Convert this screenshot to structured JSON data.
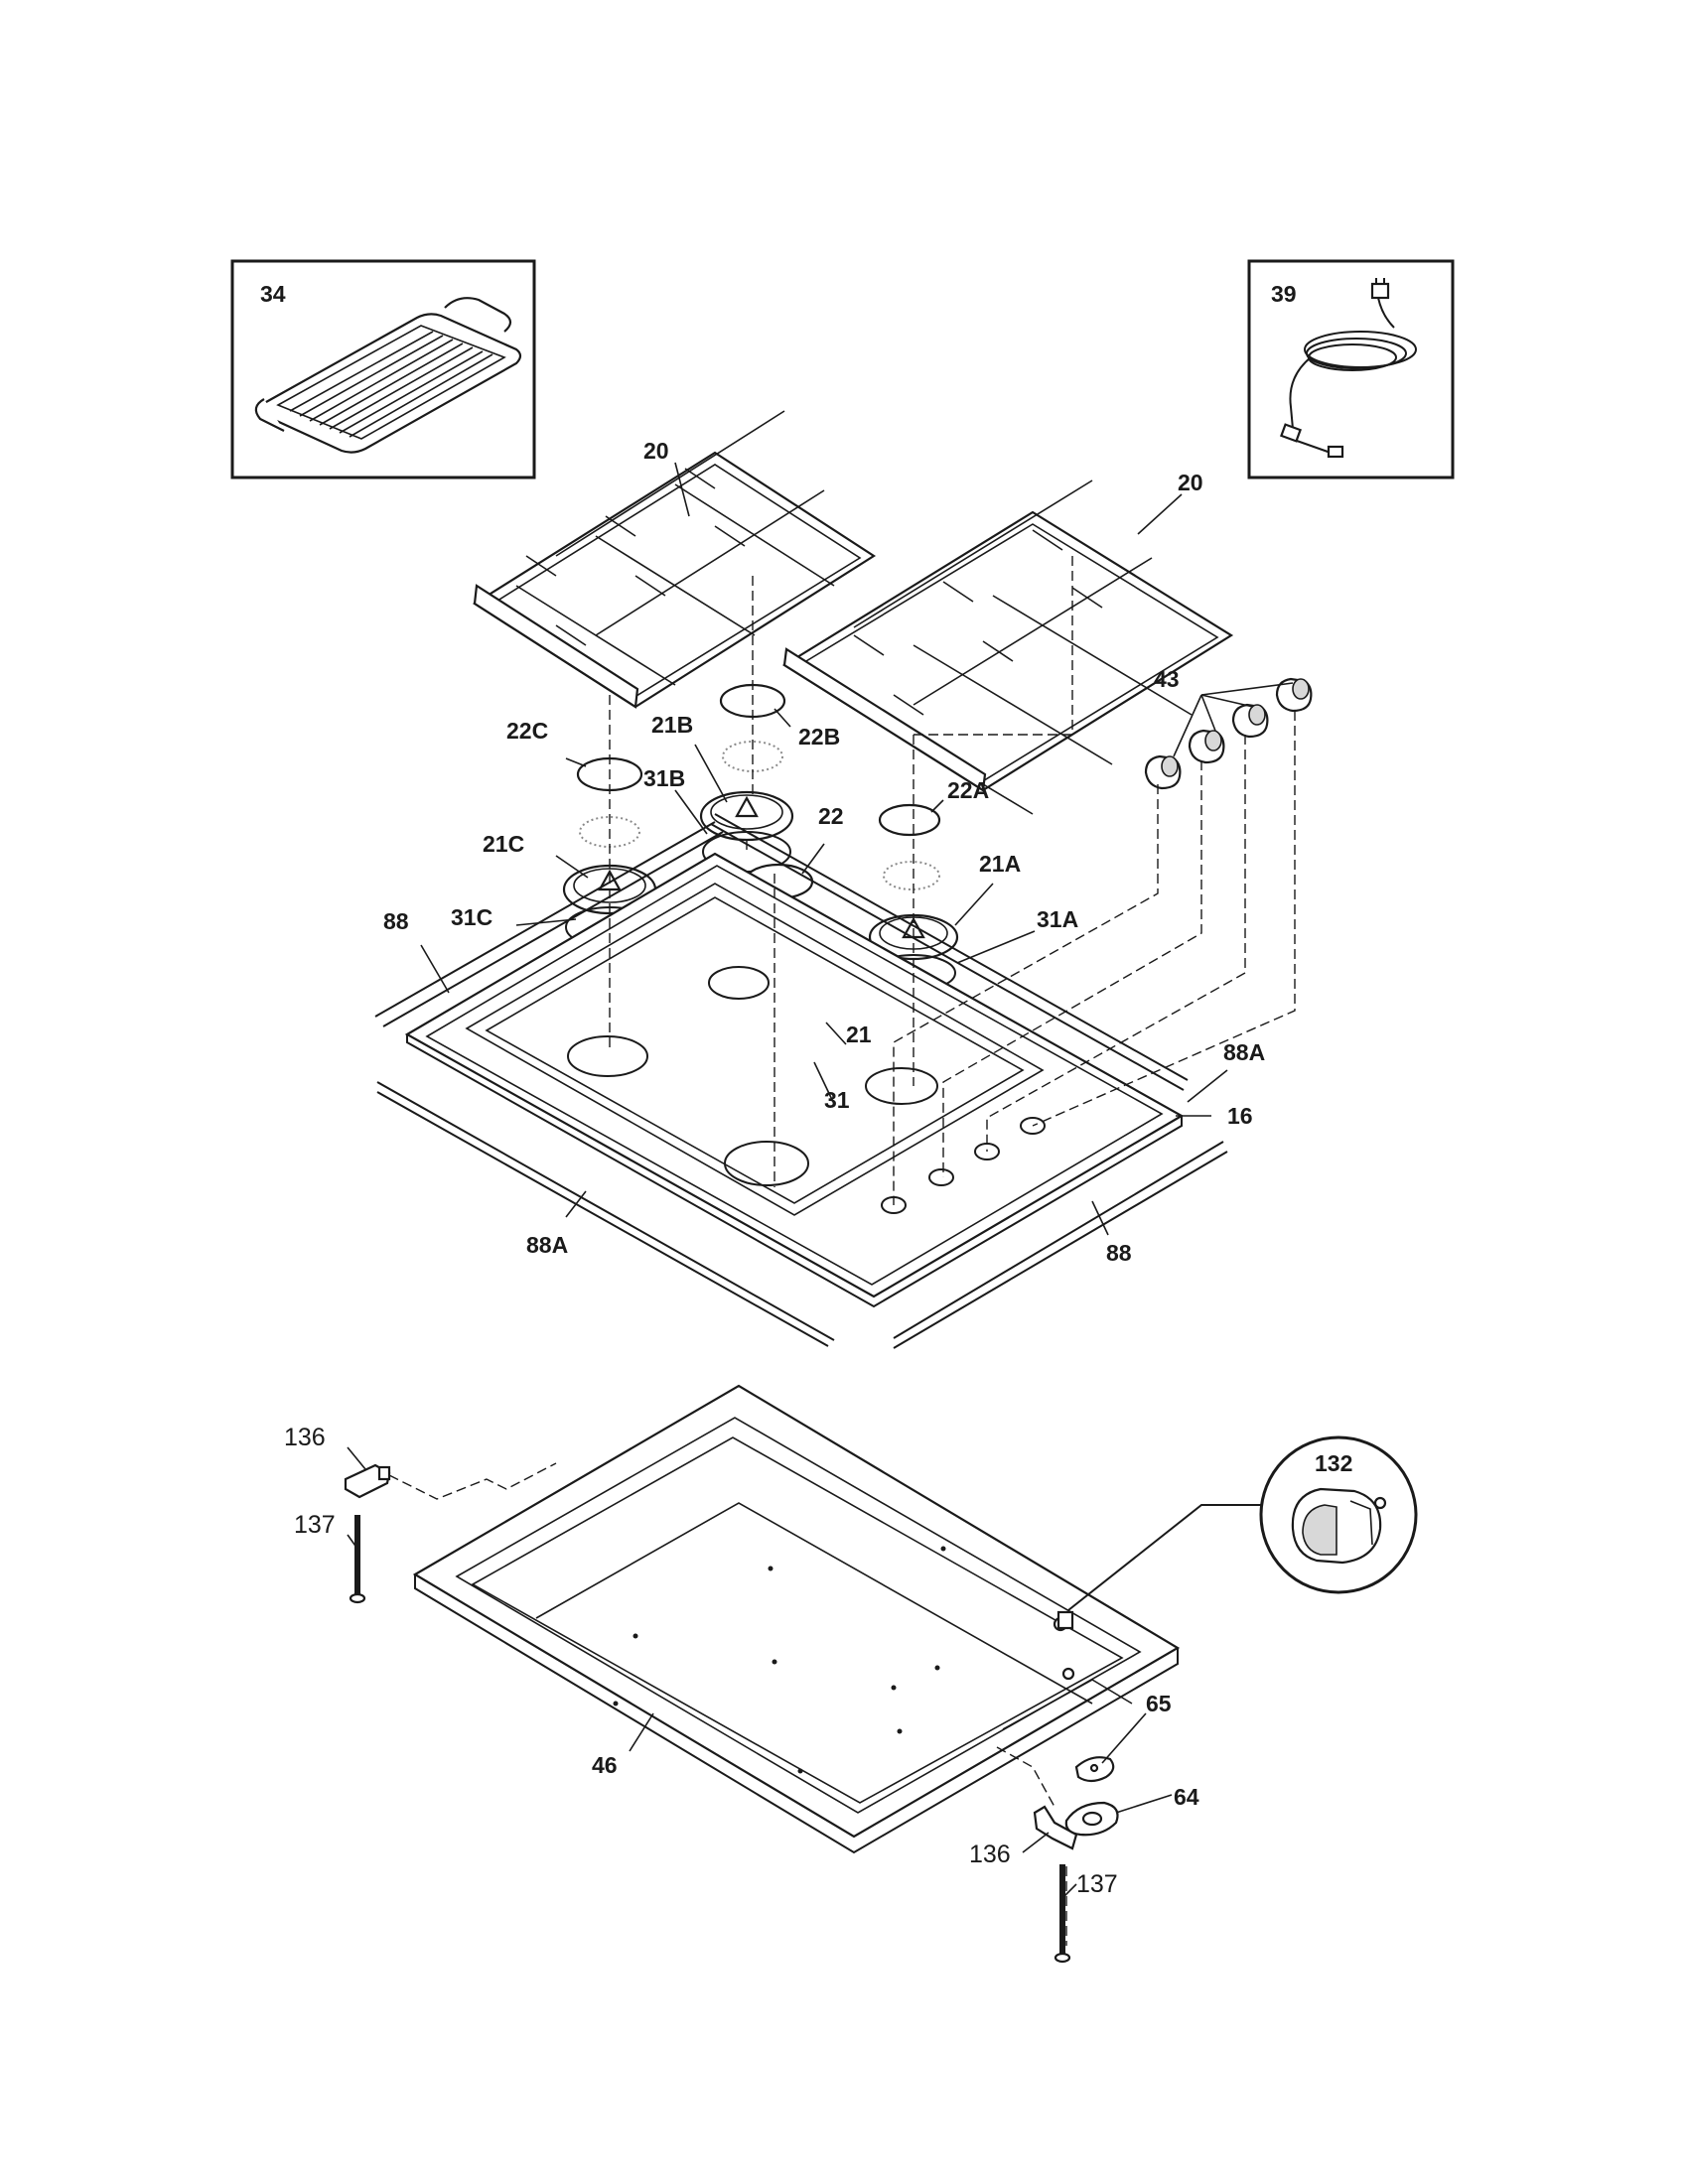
{
  "inset_griddle": {
    "label": "34",
    "icon": "griddle-icon"
  },
  "inset_power_cord": {
    "label": "39",
    "icon": "power-cord-icon"
  },
  "inset_regulator": {
    "label": "132",
    "icon": "gas-regulator-icon"
  },
  "callouts": {
    "grate_left": "20",
    "grate_right": "20",
    "knobs": "43",
    "cap_22c": "22C",
    "cap_22b": "22B",
    "cap_22a": "22A",
    "cap_22": "22",
    "head_21b": "21B",
    "head_21c": "21C",
    "head_21a": "21A",
    "head_21": "21",
    "ring_31b": "31B",
    "ring_31c": "31C",
    "ring_31a": "31A",
    "ring_31": "31",
    "trim_88_left": "88",
    "trim_88a_right": "88A",
    "cooktop_16": "16",
    "trim_88a_front": "88A",
    "trim_88_front": "88",
    "bracket_136_top": "136",
    "screw_137_top": "137",
    "burner_box_46": "46",
    "gasket_65": "65",
    "plate_64": "64",
    "bracket_136_bottom": "136",
    "screw_137_bottom": "137"
  }
}
